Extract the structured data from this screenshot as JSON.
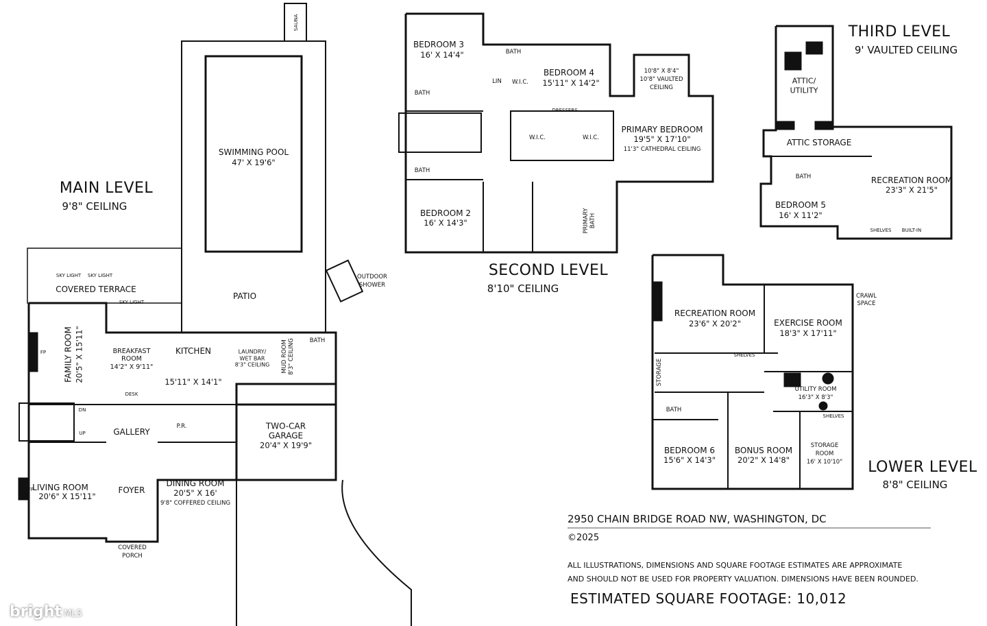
{
  "main_level": {
    "title": "MAIN LEVEL",
    "ceiling": "9'8\" CEILING",
    "sauna": "SAUNA",
    "pool": {
      "name": "SWIMMING POOL",
      "dims": "47' X 19'6\""
    },
    "patio": "PATIO",
    "covered_terrace": "COVERED TERRACE",
    "sky_light": "SKY LIGHT",
    "outdoor_shower": [
      "OUTDOOR",
      "SHOWER"
    ],
    "family_room": {
      "name": "FAMILY ROOM",
      "dims": "20'5\" X 15'11\""
    },
    "breakfast_room": {
      "name": "BREAKFAST",
      "name2": "ROOM",
      "dims": "14'2\" X 9'11\""
    },
    "kitchen": {
      "name": "KITCHEN",
      "dims": "15'11\" X 14'1\""
    },
    "laundry": {
      "name": "LAUNDRY/",
      "name2": "WET BAR",
      "note": "8'3\" CEILING"
    },
    "mud_room": {
      "name": "MUD ROOM",
      "note": "8'3\" CEILING"
    },
    "bath": "BATH",
    "gallery": "GALLERY",
    "powder_room": "P.R.",
    "garage": {
      "name": "TWO-CAR",
      "name2": "GARAGE",
      "dims": "20'4\" X 19'9\""
    },
    "living_room": {
      "name": "LIVING ROOM",
      "dims": "20'6\" X 15'11\""
    },
    "foyer": "FOYER",
    "dining_room": {
      "name": "DINING ROOM",
      "dims": "20'5\" X 16'",
      "note": "9'8\" COFFERED CEILING"
    },
    "covered_porch": [
      "COVERED",
      "PORCH"
    ],
    "fp": "FP",
    "desk": "DESK",
    "up": "UP",
    "dn": "DN"
  },
  "second_level": {
    "title": "SECOND LEVEL",
    "ceiling": "8'10\" CEILING",
    "bedroom3": {
      "name": "BEDROOM 3",
      "dims": "16' X 14'4\""
    },
    "bath_a": "BATH",
    "bedroom4": {
      "name": "BEDROOM 4",
      "dims": "15'11\" X 14'2\""
    },
    "lin": "LIN",
    "wic": "W.I.C.",
    "bath_b": "BATH",
    "bath_c": "BATH",
    "bay": {
      "dims": "10'8\" X 8'4\"",
      "note1": "10'8\" VAULTED",
      "note2": "CEILING"
    },
    "primary_bedroom": {
      "name": "PRIMARY BEDROOM",
      "dims": "19'5\" X 17'10\"",
      "note": "11'3\" CATHEDRAL CEILING"
    },
    "bedroom2": {
      "name": "BEDROOM 2",
      "dims": "16' X 14'3\""
    },
    "primary_bath": "PRIMARY BATH",
    "dressers": "DRESSERS"
  },
  "third_level": {
    "title": "THIRD LEVEL",
    "ceiling": "9' VAULTED CEILING",
    "attic_utility": [
      "ATTIC/",
      "UTILITY"
    ],
    "attic_storage": "ATTIC STORAGE",
    "bath": "BATH",
    "recreation_room": {
      "name": "RECREATION ROOM",
      "dims": "23'3\" X 21'5\""
    },
    "bedroom5": {
      "name": "BEDROOM 5",
      "dims": "16' X 11'2\""
    },
    "shelves": "SHELVES",
    "built_in": "BUILT-IN"
  },
  "lower_level": {
    "title": "LOWER LEVEL",
    "ceiling": "8'8\" CEILING",
    "recreation_room": {
      "name": "RECREATION ROOM",
      "dims": "23'6\" X 20'2\""
    },
    "exercise_room": {
      "name": "EXERCISE ROOM",
      "dims": "18'3\" X 17'11\""
    },
    "crawl_space": [
      "CRAWL",
      "SPACE"
    ],
    "storage": "STORAGE",
    "utility_room": {
      "name": "UTILITY ROOM",
      "dims": "16'3\" X 8'3\""
    },
    "bath": "BATH",
    "bedroom6": {
      "name": "BEDROOM 6",
      "dims": "15'6\" X 14'3\""
    },
    "bonus_room": {
      "name": "BONUS ROOM",
      "dims": "20'2\" X 14'8\""
    },
    "storage_room": {
      "name": "STORAGE",
      "name2": "ROOM",
      "dims": "16' X 10'10\""
    },
    "shelves": "SHELVES"
  },
  "footer": {
    "address": "2950 CHAIN BRIDGE ROAD NW, WASHINGTON, DC",
    "copyright": "©2025",
    "disclaimer_1": "ALL ILLUSTRATIONS, DIMENSIONS AND SQUARE FOOTAGE ESTIMATES ARE APPROXIMATE",
    "disclaimer_2": "AND  SHOULD NOT BE USED FOR PROPERTY VALUATION. DIMENSIONS HAVE BEEN ROUNDED.",
    "square_footage": "ESTIMATED SQUARE FOOTAGE: 10,012"
  },
  "watermark": {
    "brand": "bright",
    "suffix": "MLS"
  }
}
